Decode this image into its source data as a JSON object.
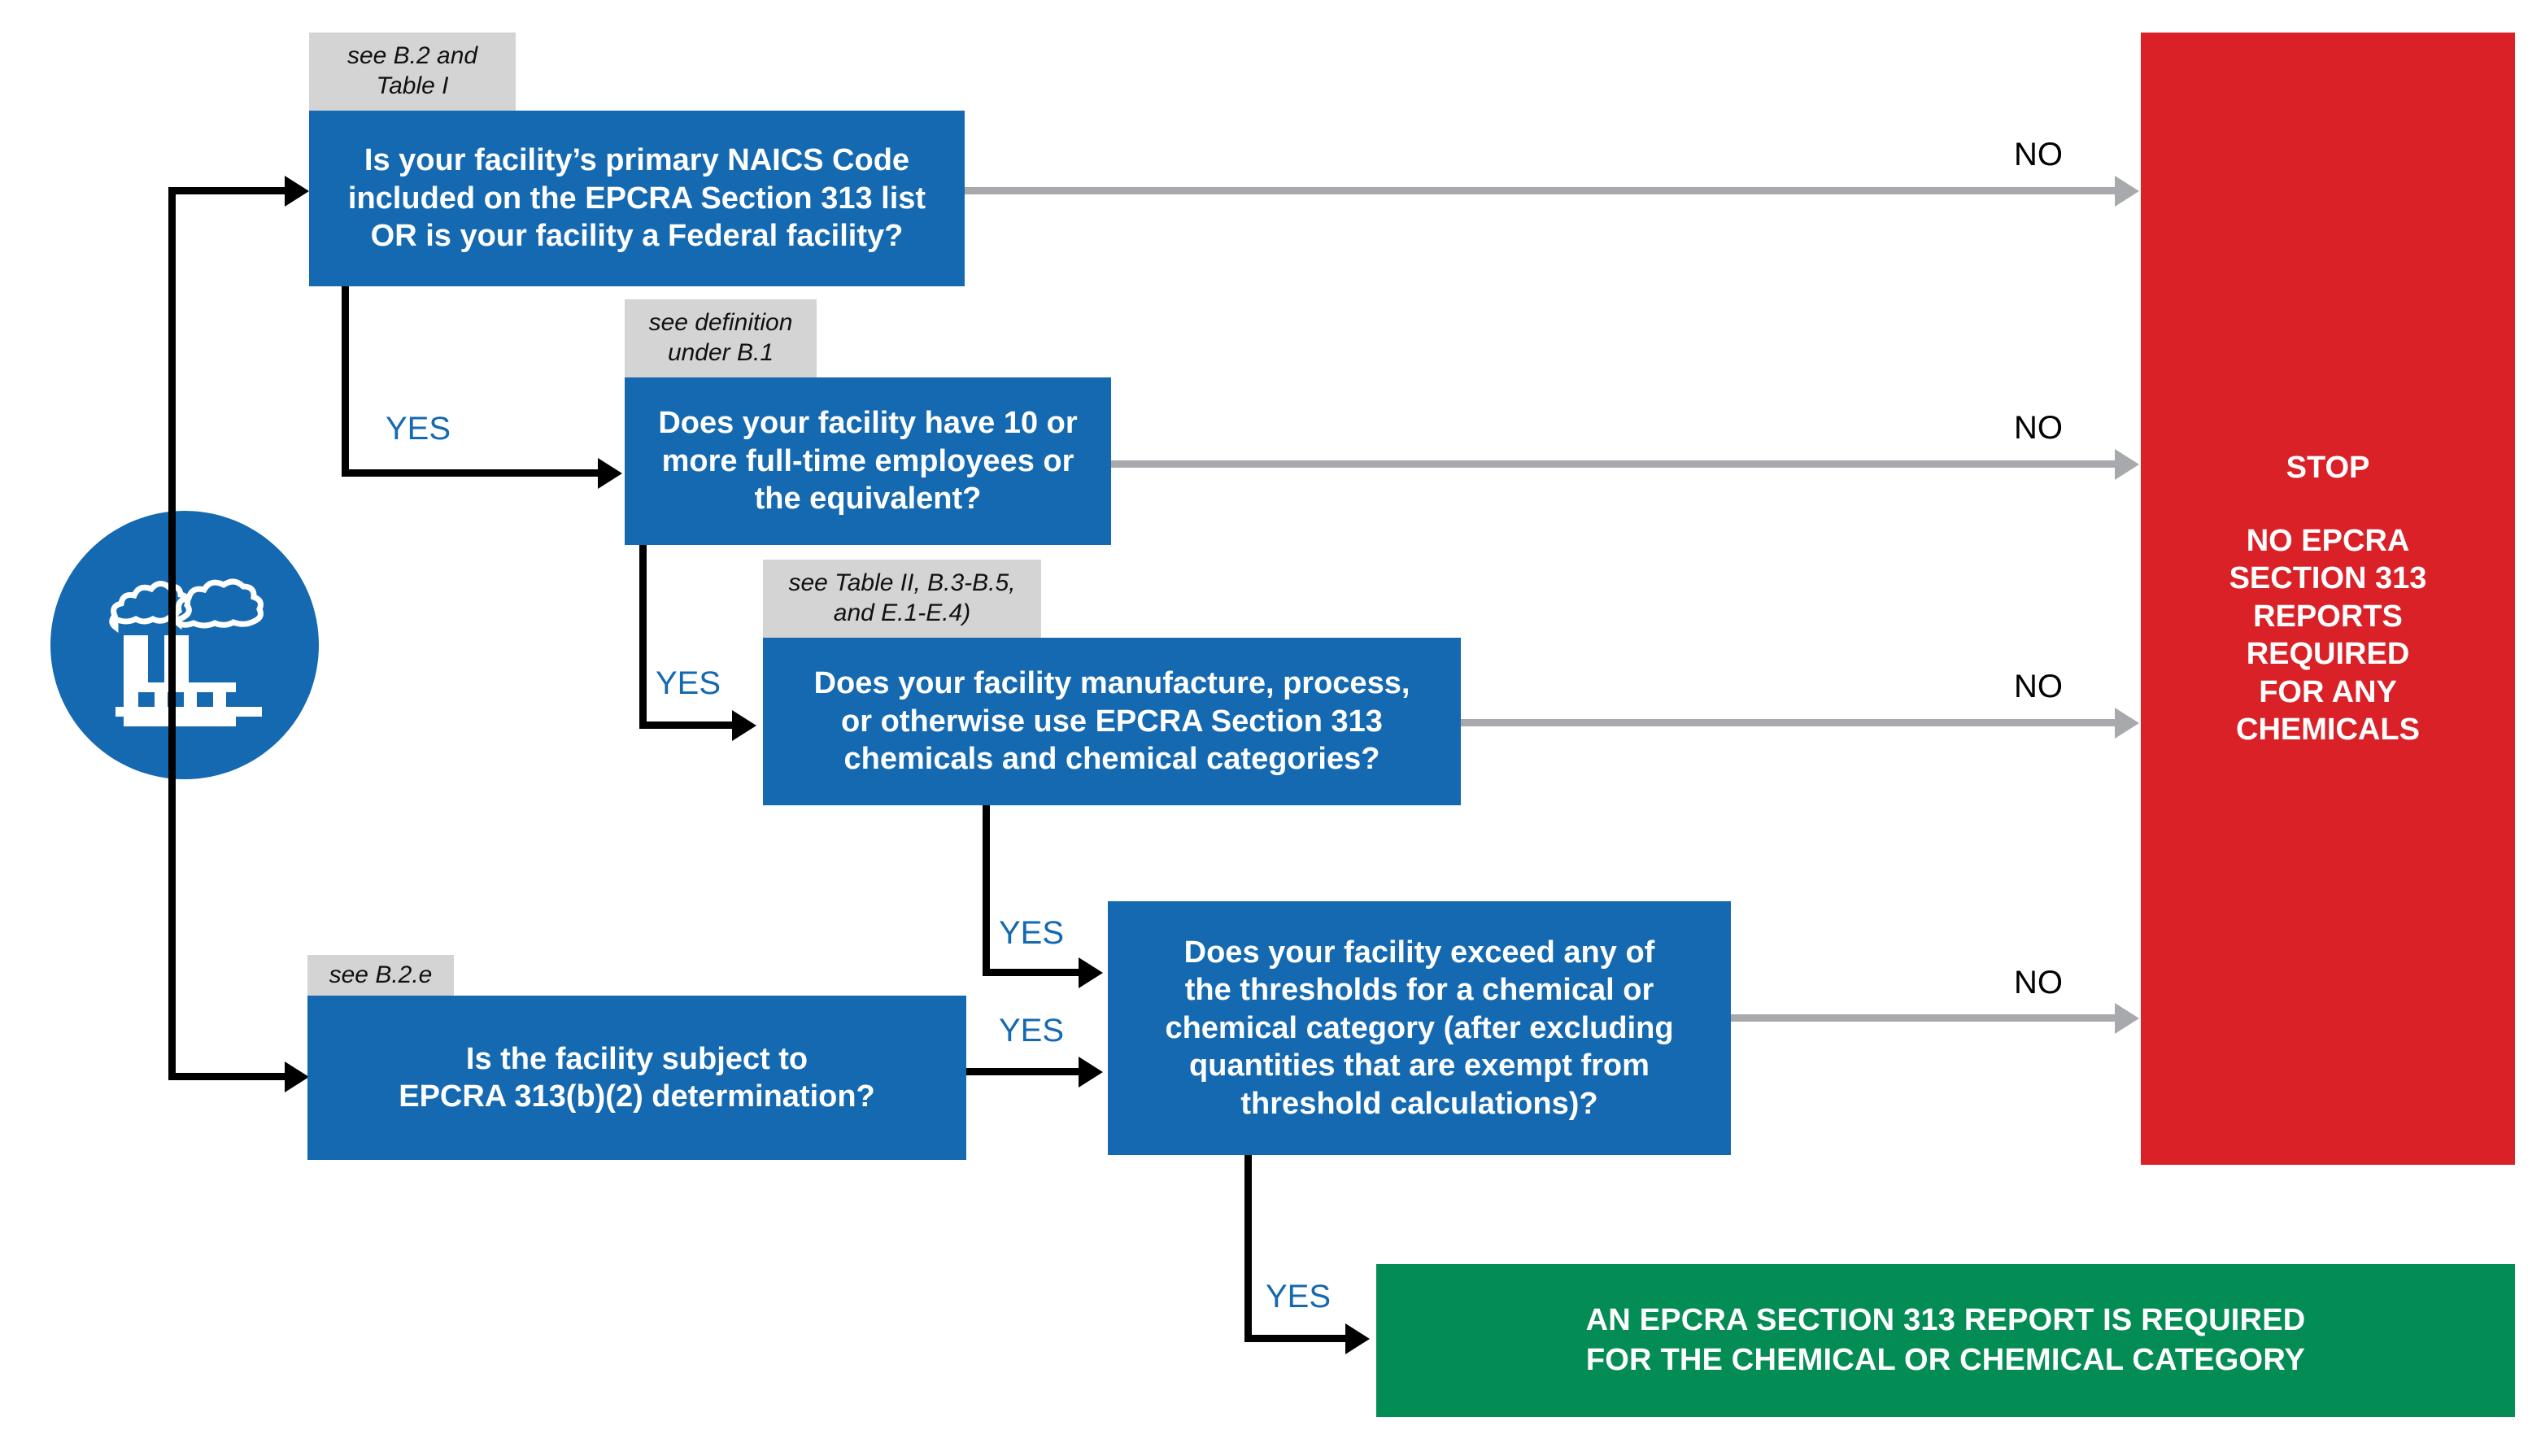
{
  "diagram": {
    "title": "EPCRA Section 313 Reporting Determination Flowchart",
    "colors": {
      "question_blue": "#1569B0",
      "stop_red": "#DA2128",
      "report_green": "#048C55",
      "note_gray": "#D4D4D4",
      "no_arrow_gray": "#A7A9AC",
      "yes_label_blue": "#1569B0",
      "no_label_black": "#000000"
    },
    "start": {
      "icon": "factory-icon",
      "label": ""
    },
    "notes": [
      {
        "id": "note-b2-tablei",
        "text": "see B.2 and\nTable I"
      },
      {
        "id": "note-b1",
        "text": "see definition\nunder B.1"
      },
      {
        "id": "note-tableii",
        "text": "see Table II, B.3-B.5,\nand E.1-E.4)"
      },
      {
        "id": "note-b2e",
        "text": "see B.2.e"
      }
    ],
    "questions": [
      {
        "id": "q-naics",
        "text": "Is your facility’s primary NAICS Code included on the EPCRA Section 313 list OR is your facility a Federal facility?",
        "note": "see B.2 and Table I",
        "yes_label": "YES",
        "no_label": "NO"
      },
      {
        "id": "q-employees",
        "text": "Does your facility have 10 or more full-time employees or the equivalent?",
        "note": "see definition under B.1",
        "yes_label": "YES",
        "no_label": "NO"
      },
      {
        "id": "q-chemicals",
        "text": "Does your facility manufacture, process, or otherwise use EPCRA Section 313 chemicals and chemical categories?",
        "note": "see Table II, B.3-B.5, and E.1-E.4)",
        "yes_label": "YES",
        "no_label": "NO"
      },
      {
        "id": "q-determination",
        "text": "Is the facility subject to EPCRA 313(b)(2) determination?",
        "note": "see B.2.e",
        "yes_label": "YES",
        "no_label": ""
      },
      {
        "id": "q-thresholds",
        "text": "Does your facility exceed any of the thresholds for a chemical or chemical category (after excluding quantities that are exempt from threshold calculations)?",
        "note": "",
        "yes_label": "YES",
        "no_label": "NO"
      }
    ],
    "outcomes": {
      "stop": {
        "id": "outcome-stop",
        "heading": "STOP",
        "body": "NO EPCRA SECTION 313 REPORTS REQUIRED FOR ANY CHEMICALS",
        "body_lines": [
          "NO EPCRA",
          "SECTION 313",
          "REPORTS",
          "REQUIRED",
          "FOR ANY",
          "CHEMICALS"
        ]
      },
      "report": {
        "id": "outcome-report",
        "text": "AN EPCRA SECTION 313 REPORT IS REQUIRED FOR THE CHEMICAL OR CHEMICAL CATEGORY",
        "line1": "AN EPCRA SECTION 313 REPORT IS REQUIRED",
        "line2": "FOR THE CHEMICAL OR CHEMICAL CATEGORY"
      }
    },
    "edge_labels": {
      "yes1": "YES",
      "yes2": "YES",
      "yes3": "YES",
      "yes4": "YES",
      "yes5": "YES",
      "no1": "NO",
      "no2": "NO",
      "no3": "NO",
      "no4": "NO"
    },
    "box_lines": {
      "q_naics": [
        "Is your facility’s primary NAICS Code",
        "included on the EPCRA Section 313 list",
        "OR is your facility a Federal facility?"
      ],
      "q_employees": [
        "Does your facility have 10 or",
        "more full-time employees or",
        "the equivalent?"
      ],
      "q_chemicals": [
        "Does your facility manufacture, process,",
        "or otherwise use EPCRA Section 313",
        "chemicals and chemical categories?"
      ],
      "q_determination": [
        "Is the facility subject to",
        "EPCRA 313(b)(2) determination?"
      ],
      "q_thresholds": [
        "Does your facility exceed any of",
        "the thresholds for a chemical or",
        "chemical category (after excluding",
        "quantities that are exempt from",
        "threshold calculations)?"
      ]
    },
    "note_lines": {
      "n1": [
        "see B.2 and",
        "Table I"
      ],
      "n2": [
        "see definition",
        "under B.1"
      ],
      "n3": [
        "see Table II, B.3-B.5,",
        "and E.1-E.4)"
      ],
      "n4": [
        "see B.2.e"
      ]
    }
  }
}
